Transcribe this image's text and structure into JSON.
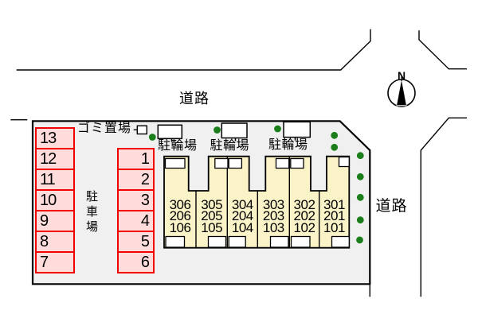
{
  "drawing_title": "apartment site plan",
  "colors": {
    "lot_fill": "#f0f0f0",
    "building_fill": "#faf3c8",
    "parking_fill": "#ffdcdc",
    "parking_border": "#f20000",
    "tree_green": "#1a7e1a",
    "line_black": "#000000"
  },
  "compass": {
    "label": "N"
  },
  "roads": {
    "top_label": "道路",
    "right_label": "道路"
  },
  "garbage_area": {
    "label": "ゴミ置場"
  },
  "bicycle_parking": {
    "labels": [
      "駐輪場",
      "駐輪場",
      "駐輪場"
    ]
  },
  "parking_lot": {
    "label": "駐車場",
    "left_column_spaces": [
      "13",
      "12",
      "11",
      "10",
      "9",
      "8",
      "7"
    ],
    "right_column_spaces": [
      "1",
      "2",
      "3",
      "4",
      "5",
      "6"
    ]
  },
  "building": {
    "units": [
      {
        "rooms": [
          "306",
          "206",
          "106"
        ]
      },
      {
        "rooms": [
          "305",
          "205",
          "105"
        ]
      },
      {
        "rooms": [
          "304",
          "204",
          "104"
        ]
      },
      {
        "rooms": [
          "303",
          "203",
          "103"
        ]
      },
      {
        "rooms": [
          "302",
          "202",
          "102"
        ]
      },
      {
        "rooms": [
          "301",
          "201",
          "101"
        ]
      }
    ]
  }
}
